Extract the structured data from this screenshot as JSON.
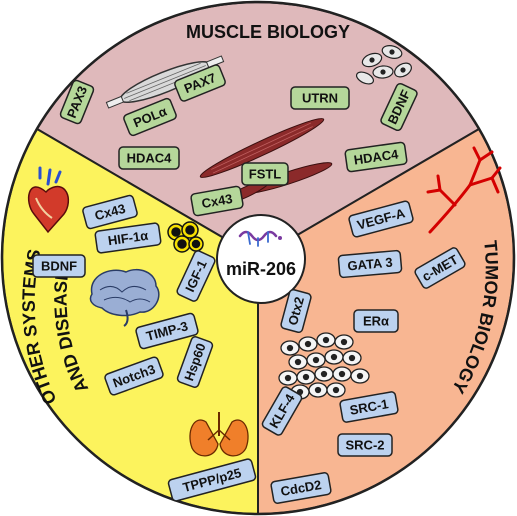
{
  "center": {
    "label": "miR-206"
  },
  "sectors": {
    "muscle": {
      "title": "MUSCLE BIOLOGY",
      "color": "#dfb9bb"
    },
    "tumor": {
      "title": "TUMOR BIOLOGY",
      "color": "#f8b692"
    },
    "other": {
      "title_line1": "OTHER SYSTEMS",
      "title_line2": "AND DISEASES",
      "color": "#fcf35d"
    }
  },
  "muscle_box_color": "#b5d79a",
  "blue_box_color": "#bcd2ef",
  "muscle_genes": [
    "PAX3",
    "POLα",
    "PAX7",
    "UTRN",
    "BDNF",
    "HDAC4",
    "FSTL",
    "HDAC4",
    "Cx43"
  ],
  "tumor_genes": [
    "VEGF-A",
    "GATA 3",
    "c-MET",
    "Otx2",
    "ERα",
    "KLF-4",
    "SRC-1",
    "SRC-2",
    "CdcD2"
  ],
  "other_genes": [
    "Cx43",
    "HIF-1α",
    "BDNF",
    "IGF-1",
    "TIMP-3",
    "Hsp60",
    "Notch3",
    "TPPP/p25"
  ],
  "icons": [
    "muscle-fiber-icon",
    "myoblast-cells-icon",
    "myotube-icon",
    "blood-vessel-icon",
    "tumor-cells-icon",
    "heart-icon",
    "fat-cells-icon",
    "brain-icon",
    "lungs-icon",
    "rna-strand-icon"
  ]
}
